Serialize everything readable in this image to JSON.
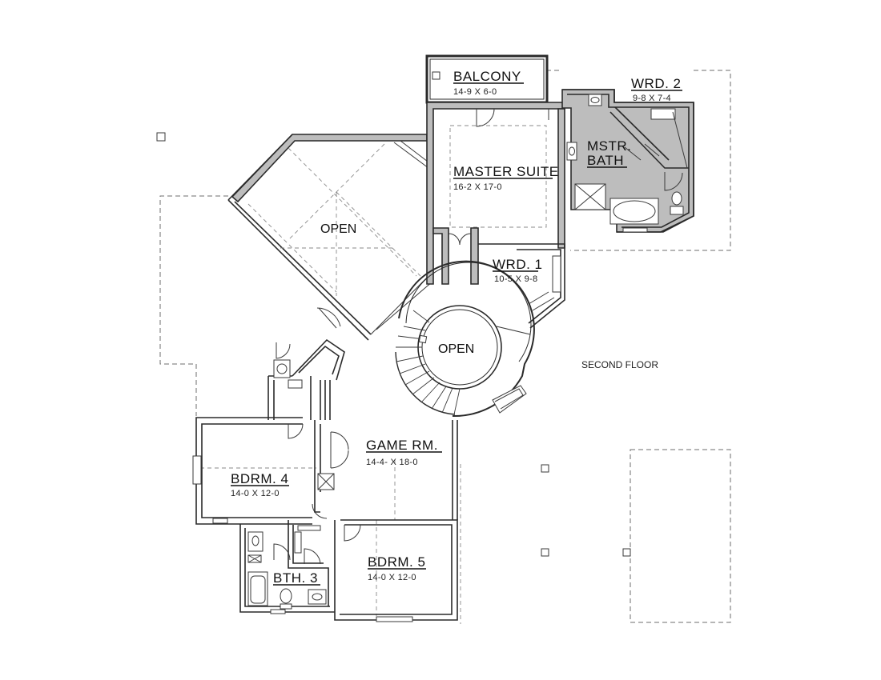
{
  "plan": {
    "floor_label": "SECOND FLOOR",
    "rooms": {
      "balcony": {
        "name": "BALCONY",
        "dims": "14-9 X 6-0"
      },
      "wrd2": {
        "name": "WRD. 2",
        "dims": "9-8 X 7-4"
      },
      "mstr_bath": {
        "name_line1": "MSTR.",
        "name_line2": "BATH"
      },
      "master_suite": {
        "name": "MASTER SUITE",
        "dims": "16-2 X 17-0"
      },
      "open_upper": {
        "name": "OPEN"
      },
      "wrd1": {
        "name": "WRD. 1",
        "dims": "10-5 X 9-8"
      },
      "open_stair": {
        "name": "OPEN"
      },
      "game_rm": {
        "name": "GAME RM.",
        "dims": "14-4- X 18-0"
      },
      "bdrm4": {
        "name": "BDRM. 4",
        "dims": "14-0 X 12-0"
      },
      "bdrm5": {
        "name": "BDRM. 5",
        "dims": "14-0 X 12-0"
      },
      "bth3": {
        "name": "BTH. 3"
      }
    }
  }
}
